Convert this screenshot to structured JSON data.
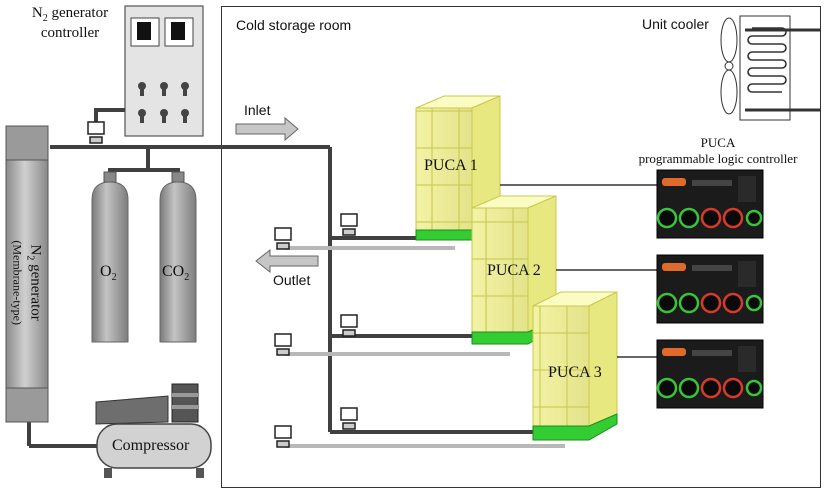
{
  "labels": {
    "n2_controller_line1_pre": "N",
    "n2_controller_line1_sub": "2",
    "n2_controller_line1_post": " generator",
    "n2_controller_line2": "controller",
    "cold_storage_room": "Cold storage room",
    "unit_cooler": "Unit cooler",
    "inlet": "Inlet",
    "outlet": "Outlet",
    "puca_heading": "PUCA",
    "plc_heading": "programmable logic controller",
    "puca1": "PUCA 1",
    "puca2": "PUCA 2",
    "puca3": "PUCA 3",
    "o2_pre": "O",
    "o2_sub": "2",
    "co2_pre": "CO",
    "co2_sub": "2",
    "generator_pre": "N",
    "generator_sub": "2",
    "generator_post": " generator",
    "generator_type": "(Membrane-type)",
    "compressor": "Compressor"
  },
  "colors": {
    "pipe": "#404040",
    "outlet_pipe": "#b8b8b8",
    "container_yellow": "#efef9a",
    "container_edge": "#c9c94a",
    "pallet_green": "#33cc33",
    "cylinder": "#9a9a9a",
    "plc_panel": "#1b1b1b"
  }
}
